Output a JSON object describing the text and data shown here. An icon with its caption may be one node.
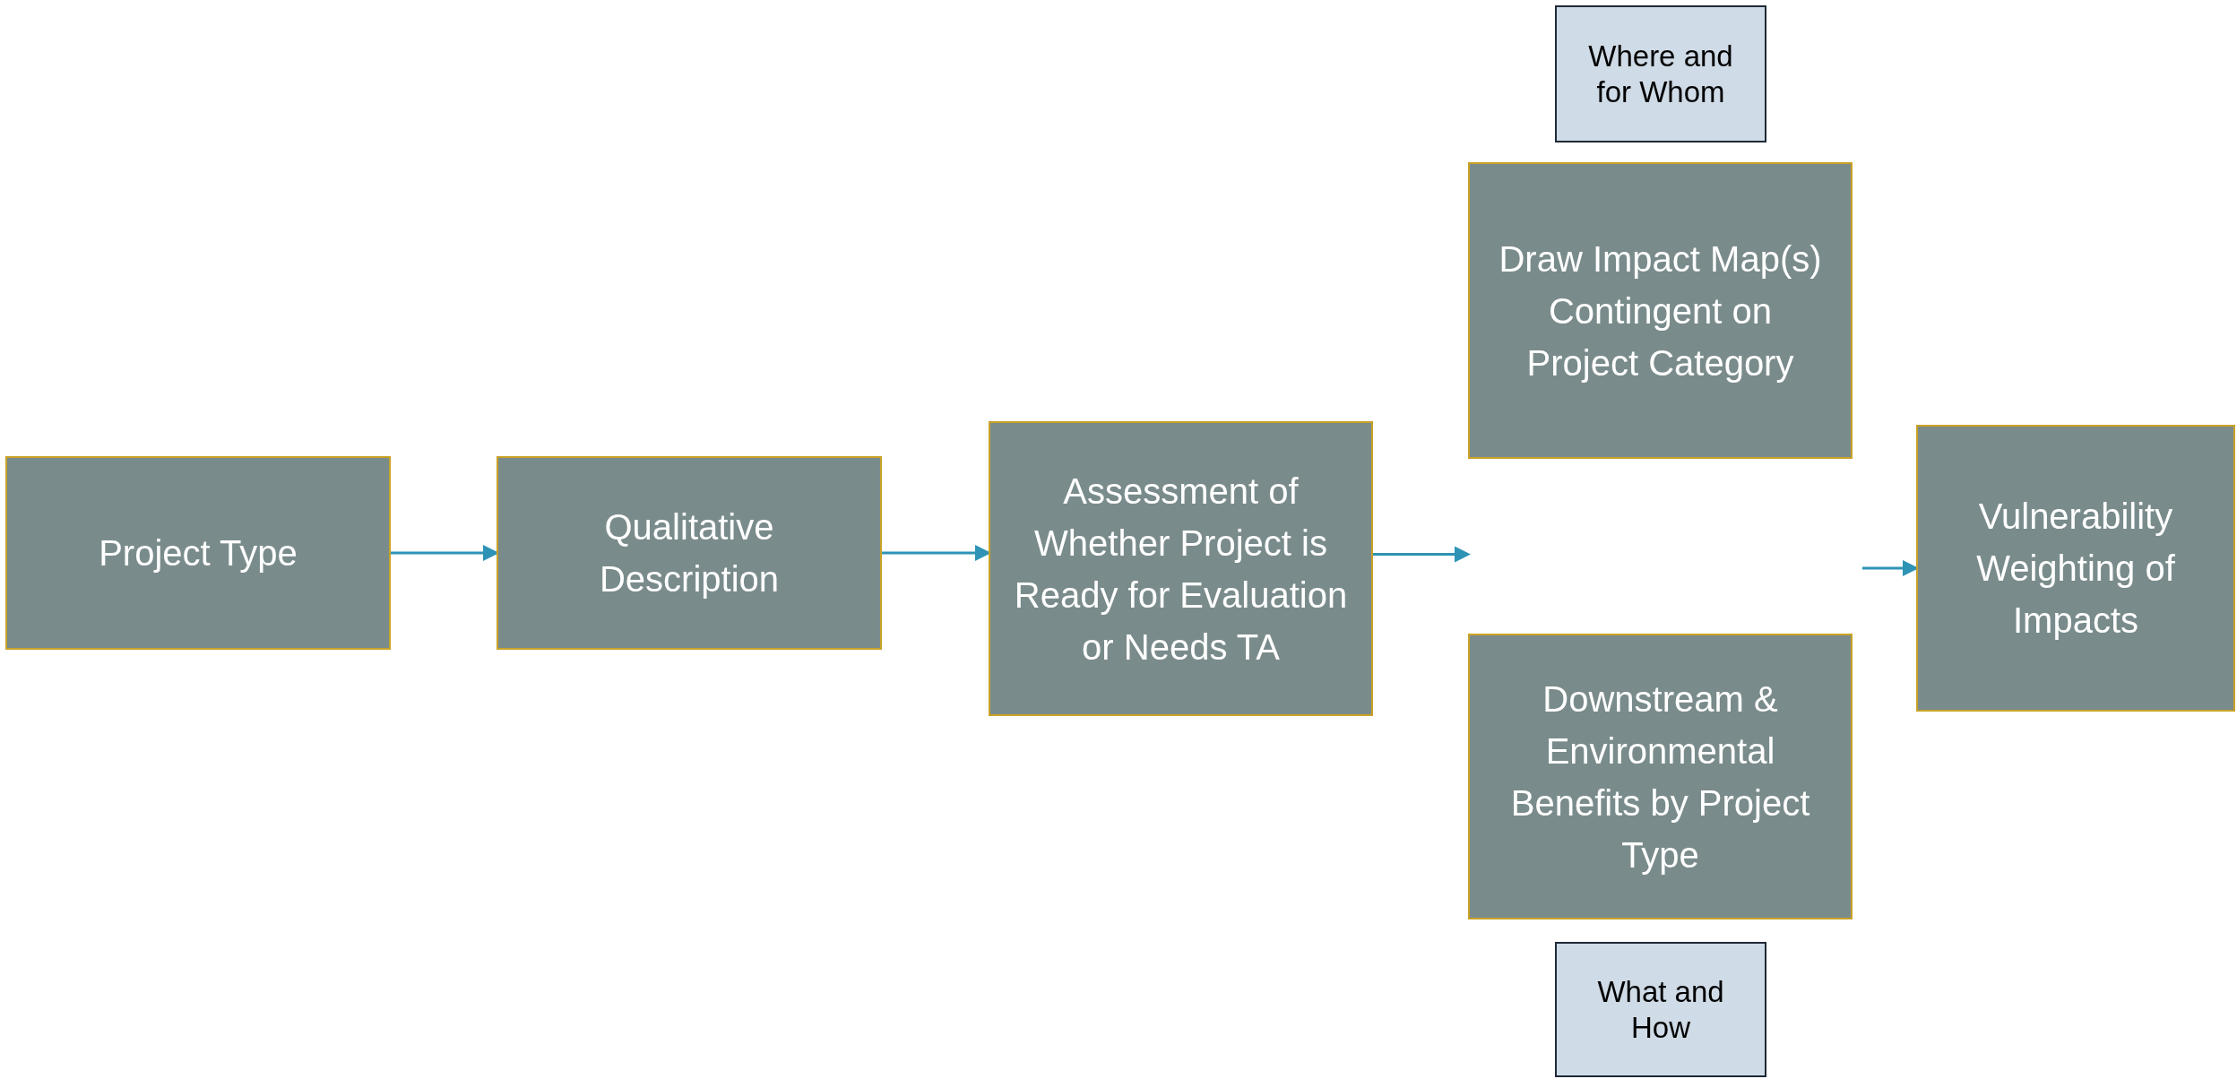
{
  "diagram": {
    "nodes": [
      {
        "text": [
          "Project Type"
        ]
      },
      {
        "text": [
          "Qualitative Description"
        ]
      },
      {
        "text": [
          "Assessment of Whether Project is Ready for Evaluation or Needs TA"
        ]
      },
      {
        "text": [
          "Where and for Whom"
        ]
      },
      {
        "text": [
          "Draw Impact Map(s) Contingent on Project Category"
        ]
      },
      {
        "text": [
          "Downstream & Environmental Benefits by Project Type"
        ]
      },
      {
        "text": [
          "What and How"
        ]
      },
      {
        "text": [
          "Vulnerability Weighting of Impacts"
        ]
      }
    ],
    "edges": [
      {
        "from": 0,
        "to": 1,
        "arrow": "to"
      },
      {
        "from": 1,
        "to": 2,
        "arrow": "to"
      },
      {
        "from": 2,
        "to": null,
        "arrow": "to"
      },
      {
        "from": null,
        "to": 7,
        "arrow": "to"
      }
    ]
  }
}
